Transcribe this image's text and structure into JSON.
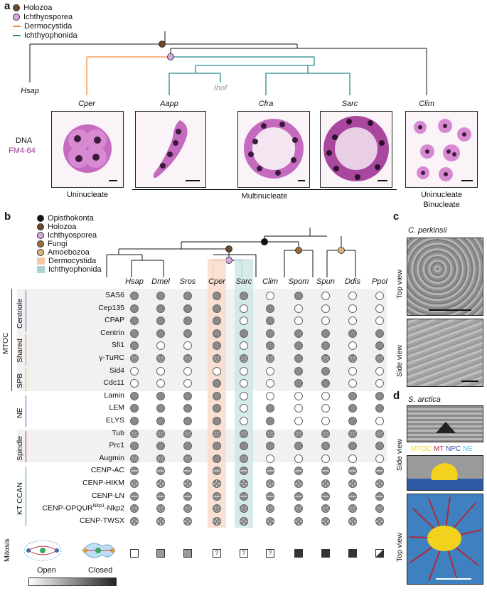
{
  "panel_a": {
    "letter": "a",
    "legend": [
      {
        "label": "Holozoa",
        "kind": "dot",
        "color": "#6b4a2a"
      },
      {
        "label": "Ichthyosporea",
        "kind": "dot",
        "color": "#d9a6e0"
      },
      {
        "label": "Dermocystida",
        "kind": "line",
        "color": "#ef8a3a"
      },
      {
        "label": "Ichthyophonida",
        "kind": "line",
        "color": "#2a8a8a"
      }
    ],
    "species": [
      "Hsap",
      "Cper",
      "Aapp",
      "Ihof",
      "Cfra",
      "Sarc",
      "Clim"
    ],
    "stain_label_dna": "DNA",
    "stain_label_fm": "FM4-64",
    "captions": {
      "uni": "Uninucleate",
      "multi": "Multinucleate",
      "unibi_1": "Uninucleate",
      "unibi_2": "Binucleate"
    }
  },
  "panel_b": {
    "letter": "b",
    "legend": [
      {
        "label": "Opisthokonta",
        "kind": "dot",
        "color": "#111111"
      },
      {
        "label": "Holozoa",
        "kind": "dot",
        "color": "#6b4a2a"
      },
      {
        "label": "Ichthyosporea",
        "kind": "dot",
        "color": "#d9a6e0"
      },
      {
        "label": "Fungi",
        "kind": "dot",
        "color": "#9a6a3a"
      },
      {
        "label": "Amoebozoa",
        "kind": "dot",
        "color": "#d8b47a"
      },
      {
        "label": "Dermocystida",
        "kind": "box",
        "color": "#f5c8a8"
      },
      {
        "label": "Ichthyophonida",
        "kind": "box",
        "color": "#a9d3d0"
      }
    ],
    "species": [
      "Hsap",
      "Dmel",
      "Sros",
      "Cper",
      "Sarc",
      "Clim",
      "Spom",
      "Spun",
      "Ddis",
      "Ppol"
    ],
    "genes": [
      "SAS6",
      "Cep135",
      "CPAP",
      "Centrin",
      "Sfi1",
      "γ-TuRC",
      "Sid4",
      "Cdc11",
      "Lamin",
      "LEM",
      "ELYS",
      "Tub",
      "Prc1",
      "Augmin",
      "CENP-AC",
      "CENP-HIKM",
      "CENP-LN",
      "CENP-OPQUR",
      "CENP-TWSX"
    ],
    "gene_superscript": "Nkp1",
    "gene_suffix": "-Nkp2",
    "groups": {
      "mtoc": "MTOC",
      "centriole": "Centriole",
      "shared": "Shared",
      "spb": "SPB",
      "ne": "NE",
      "spindle": "Spindle",
      "kt": "KT CCAN"
    },
    "presence": [
      "FFFFFEFEEE",
      "FFFFEFEEEE",
      "FFFFEFEEEE",
      "FFFFFFFFFF",
      "FEEFEFFFEF",
      "SSSSSSFSSS",
      "EEEEEEFFEE",
      "EEEFEEFFEE",
      "FFFFEEEEFF",
      "FFFFEFEEFF",
      "FFFFEFEEFE",
      "SSSSSSSSSS",
      "FFFFFFFFFF",
      "SSSFSEEEEE",
      "HHHHHHHHHH",
      "CCCCCCCCCC",
      "HHHHHHHHHH",
      "SSSSSSSSSS",
      "CCCCCCCCCC"
    ],
    "mitosis_label": "Mitosis",
    "mitosis": [
      "open",
      "semi",
      "semi",
      "?",
      "?",
      "?",
      "closed",
      "closed",
      "closed",
      "split"
    ],
    "scale_open": "Open",
    "scale_closed": "Closed"
  },
  "panel_c": {
    "letter": "c",
    "species": "C. perkinsii",
    "top_view": "Top view",
    "side_view": "Side view"
  },
  "panel_d": {
    "letter": "d",
    "species": "S. arctica",
    "side_view": "Side view",
    "top_view": "Top view",
    "labels": {
      "mtoc": "MTOC",
      "mt": "MT",
      "npc": "NPC",
      "ne": "NE"
    },
    "colors": {
      "mtoc": "#f2d21c",
      "mt": "#b02a3a",
      "npc": "#3a4aa0",
      "ne": "#4fc3e8"
    }
  }
}
